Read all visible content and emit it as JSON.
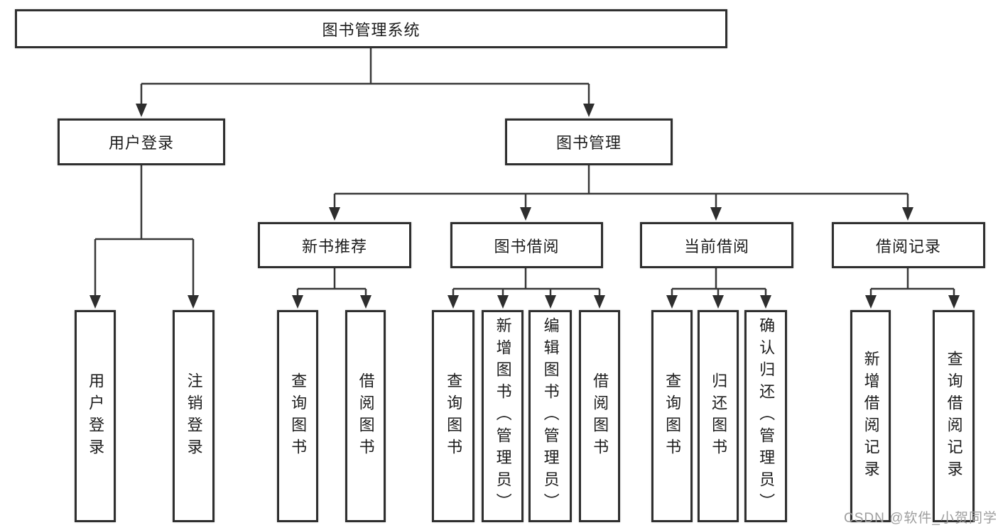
{
  "diagram": {
    "root": {
      "label": "图书管理系统"
    },
    "branches": [
      {
        "label": "用户登录",
        "leaves": [
          {
            "label": "用户登录"
          },
          {
            "label": "注销登录"
          }
        ]
      },
      {
        "label": "图书管理",
        "sections": [
          {
            "label": "新书推荐",
            "leaves": [
              {
                "label": "查询图书"
              },
              {
                "label": "借阅图书"
              }
            ]
          },
          {
            "label": "图书借阅",
            "leaves": [
              {
                "label": "查询图书"
              },
              {
                "label": "新增图书（管理员）"
              },
              {
                "label": "编辑图书（管理员）"
              },
              {
                "label": "借阅图书"
              }
            ]
          },
          {
            "label": "当前借阅",
            "leaves": [
              {
                "label": "查询图书"
              },
              {
                "label": "归还图书"
              },
              {
                "label": "确认归还（管理员）"
              }
            ]
          },
          {
            "label": "借阅记录",
            "leaves": [
              {
                "label": "新增借阅记录"
              },
              {
                "label": "查询借阅记录"
              }
            ]
          }
        ]
      }
    ]
  },
  "watermark": {
    "text": "CSDN @软件_小贺同学"
  },
  "colors": {
    "line": "#383838",
    "box_border": "#2f2f2f",
    "box_fill": "#ffffff",
    "text": "#1c1c1c",
    "watermark": "#9e9e9e"
  }
}
